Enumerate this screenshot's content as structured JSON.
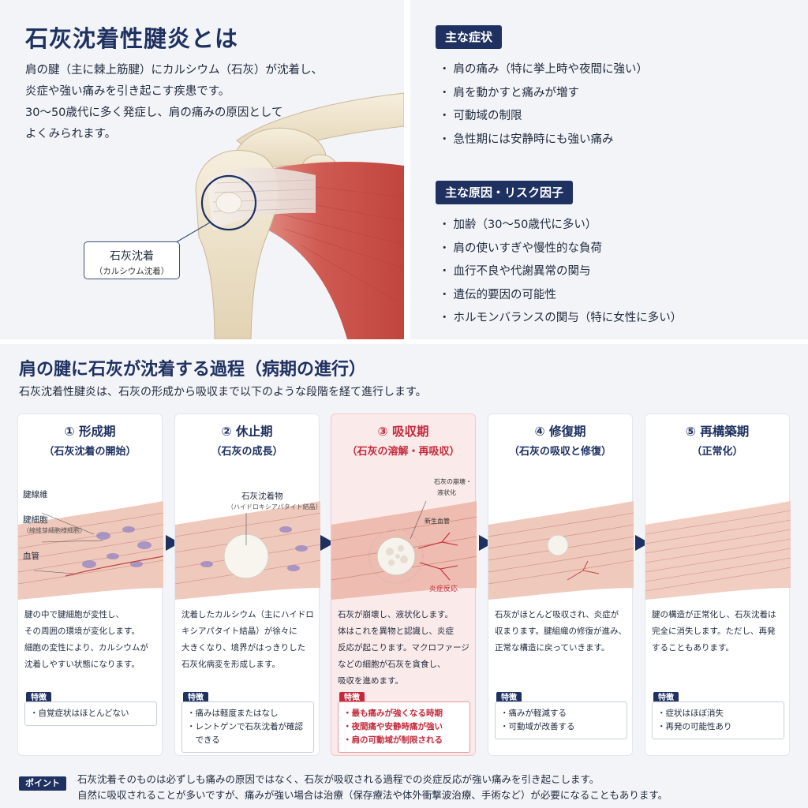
{
  "header": {
    "title": "石灰沈着性腱炎とは",
    "intro": [
      "肩の腱（主に棘上筋腱）にカルシウム（石灰）が沈着し、",
      "炎症や強い痛みを引き起こす疾患です。",
      "30〜50歳代に多く発症し、肩の痛みの原因として",
      "よくみられます。"
    ],
    "callout": {
      "label": "石灰沈着",
      "sub": "（カルシウム沈着）"
    }
  },
  "symptoms": {
    "title": "主な症状",
    "items": [
      "肩の痛み（特に挙上時や夜間に強い）",
      "肩を動かすと痛みが増す",
      "可動域の制限",
      "急性期には安静時にも強い痛み"
    ]
  },
  "causes": {
    "title": "主な原因・リスク因子",
    "items": [
      "加齢（30〜50歳代に多い）",
      "肩の使いすぎや慢性的な負荷",
      "血行不良や代謝異常の関与",
      "遺伝的要因の可能性",
      "ホルモンバランスの関与（特に女性に多い）"
    ]
  },
  "process": {
    "title": "肩の腱に石灰が沈着する過程（病期の進行）",
    "subtitle": "石灰沈着性腱炎は、石灰の形成から吸収まで以下のような段階を経て進行します。",
    "feature_label": "特徴",
    "stages": [
      {
        "title": "① 形成期",
        "sub": "（石灰沈着の開始）",
        "labels": [
          "腱線維",
          "腱細胞",
          "（線維芽細胞様細胞）",
          "血管"
        ],
        "desc": [
          "腱の中で腱細胞が変性し、",
          "その周囲の環境が変化します。",
          "細胞の変性により、カルシウムが",
          "沈着しやすい状態になります。"
        ],
        "features": [
          "・自覚症状はほとんどない"
        ]
      },
      {
        "title": "② 休止期",
        "sub": "（石灰の成長）",
        "labels": [
          "石灰沈着物",
          "（ハイドロキシアパタイト結晶）"
        ],
        "desc": [
          "沈着したカルシウム（主にハイドロ",
          "キシアパタイト結晶）が徐々に",
          "大きくなり、境界がはっきりした",
          "石灰化病変を形成します。"
        ],
        "features": [
          "・痛みは軽度またはなし",
          "・レントゲンで石灰沈着が確認",
          "　できる"
        ]
      },
      {
        "title": "③ 吸収期",
        "sub": "（石灰の溶解・再吸収）",
        "labels": [
          "石灰の崩壊・",
          "液状化",
          "新生血管",
          "炎症反応"
        ],
        "desc": [
          "石灰が崩壊し、液状化します。",
          "体はこれを異物と認識し、炎症",
          "反応が起こります。マクロファージ",
          "などの細胞が石灰を貪食し、",
          "吸収を進めます。"
        ],
        "features": [
          "・最も痛みが強くなる時期",
          "・夜間痛や安静時痛が強い",
          "・肩の可動域が制限される"
        ]
      },
      {
        "title": "④ 修復期",
        "sub": "（石灰の吸収と修復）",
        "labels": [],
        "desc": [
          "石灰がほとんど吸収され、炎症が",
          "収まります。腱組織の修復が進み、",
          "正常な構造に戻っていきます。"
        ],
        "features": [
          "・痛みが軽減する",
          "・可動域が改善する"
        ]
      },
      {
        "title": "⑤ 再構築期",
        "sub": "（正常化）",
        "labels": [],
        "desc": [
          "腱の構造が正常化し、石灰沈着は",
          "完全に消失します。ただし、再発",
          "することもあります。"
        ],
        "features": [
          "・症状はほぼ消失",
          "・再発の可能性あり"
        ]
      }
    ]
  },
  "point": {
    "label": "ポイント",
    "lines": [
      "石灰沈着そのものは必ずしも痛みの原因ではなく、石灰が吸収される過程での炎症反応が強い痛みを引き起こします。",
      "自然に吸収されることが多いですが、痛みが強い場合は治療（保存療法や体外衝撃波治療、手術など）が必要になることもあります。"
    ]
  },
  "colors": {
    "navy": "#1e3161",
    "red": "#c42a3b",
    "muscle": "#c9524c",
    "bone": "#efe4cf"
  }
}
